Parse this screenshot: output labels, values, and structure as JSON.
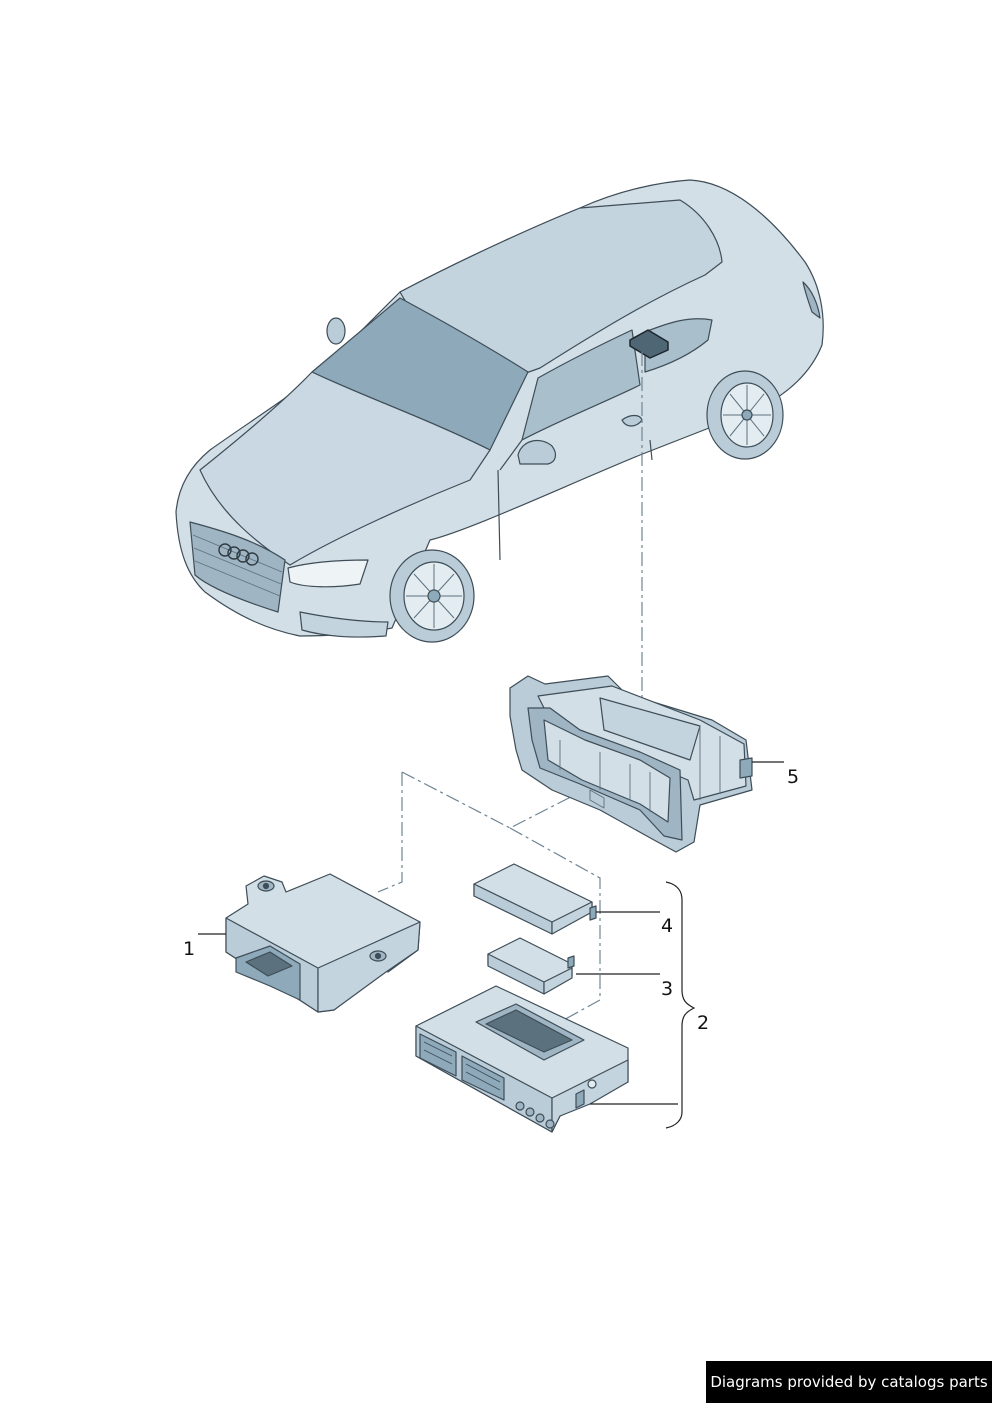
{
  "callouts": {
    "part_1": "1",
    "part_2": "2",
    "part_3": "3",
    "part_4": "4",
    "part_5": "5"
  },
  "footer": {
    "credit": "Diagrams provided by catalogs parts"
  },
  "colors": {
    "body_fill": "#d3dfe7",
    "body_shade": "#b9ccd8",
    "glass": "#8da9ba",
    "line": "#3e4d57",
    "highlight": "#4f6674",
    "leader_dash": "#6e8593"
  }
}
